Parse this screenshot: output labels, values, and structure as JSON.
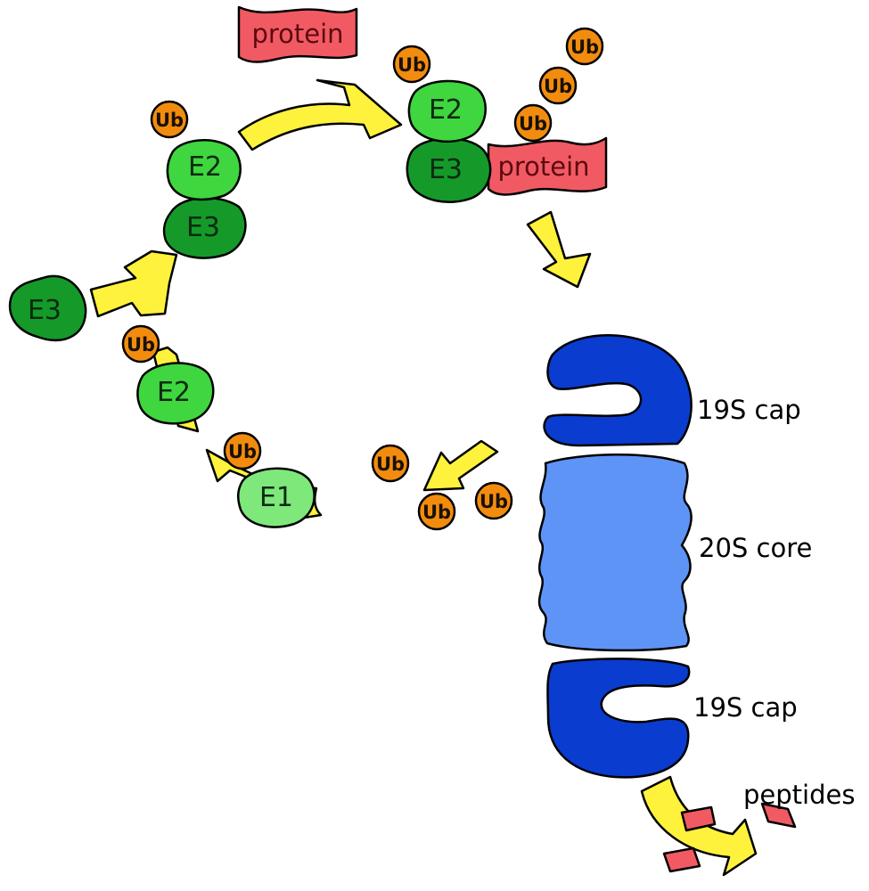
{
  "labels": {
    "e1": "E1",
    "e2": "E2",
    "e3": "E3",
    "ub": "Ub",
    "protein": "protein",
    "cap": "19S cap",
    "core": "20S core",
    "peptides": "peptides"
  },
  "colors": {
    "e1": "#7ee87a",
    "e2": "#3fd63f",
    "e3": "#159a2a",
    "ub": "#f28c0f",
    "protein": "#f25a63",
    "arrow": "#fff23c",
    "cap": "#0a3ccf",
    "core": "#5f94f7"
  }
}
